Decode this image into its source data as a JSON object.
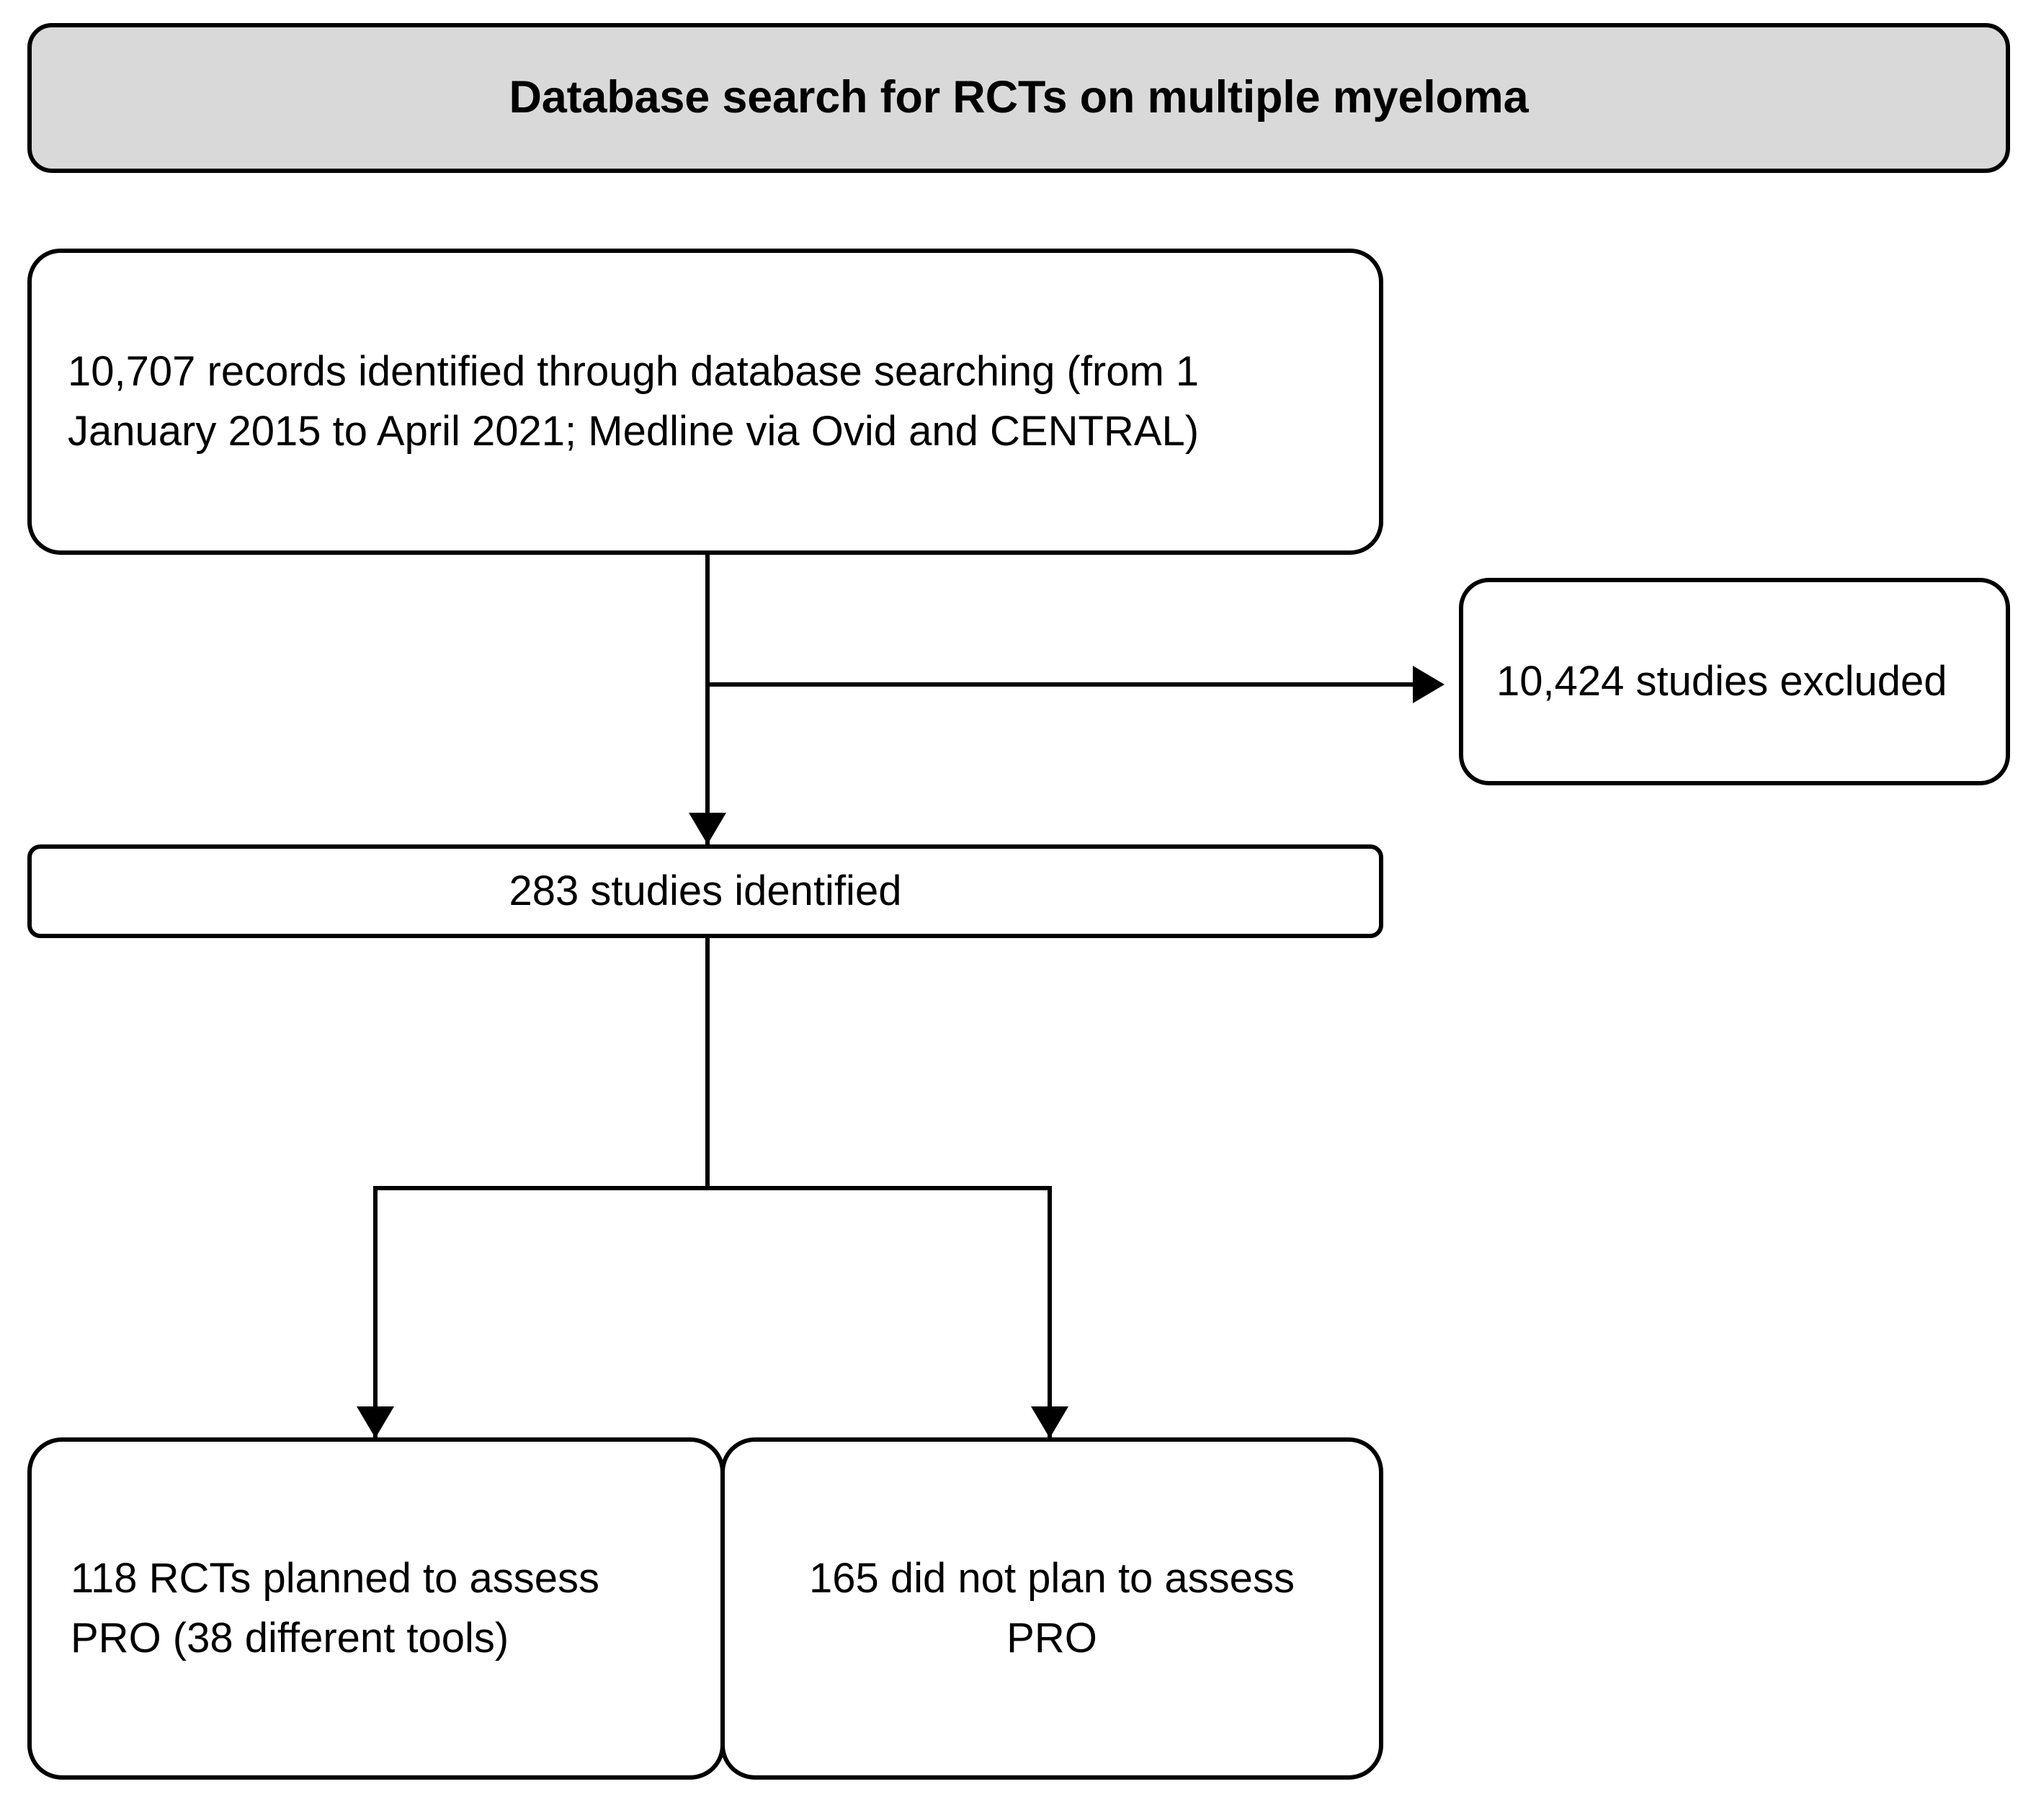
{
  "flowchart": {
    "title": "Database search for RCTs on multiple myeloma",
    "colors": {
      "header_fill": "#d9d9d9",
      "box_fill": "#ffffff",
      "stroke": "#000000",
      "text": "#000000"
    },
    "nodes": {
      "records": "10,707 records identified through database searching (from 1 January 2015 to April 2021; Medline via Ovid and CENTRAL)",
      "excluded": "10,424 studies excluded",
      "identified": "283 studies identified",
      "pro_planned": "118 RCTs planned to assess PRO (38 different tools)",
      "pro_not_planned": "165 did not plan to assess PRO"
    },
    "edges": [
      {
        "from": "records",
        "to": "excluded",
        "direction": "right"
      },
      {
        "from": "records",
        "to": "identified",
        "direction": "down"
      },
      {
        "from": "identified",
        "to": "pro_planned",
        "direction": "down"
      },
      {
        "from": "identified",
        "to": "pro_not_planned",
        "direction": "down"
      }
    ]
  }
}
